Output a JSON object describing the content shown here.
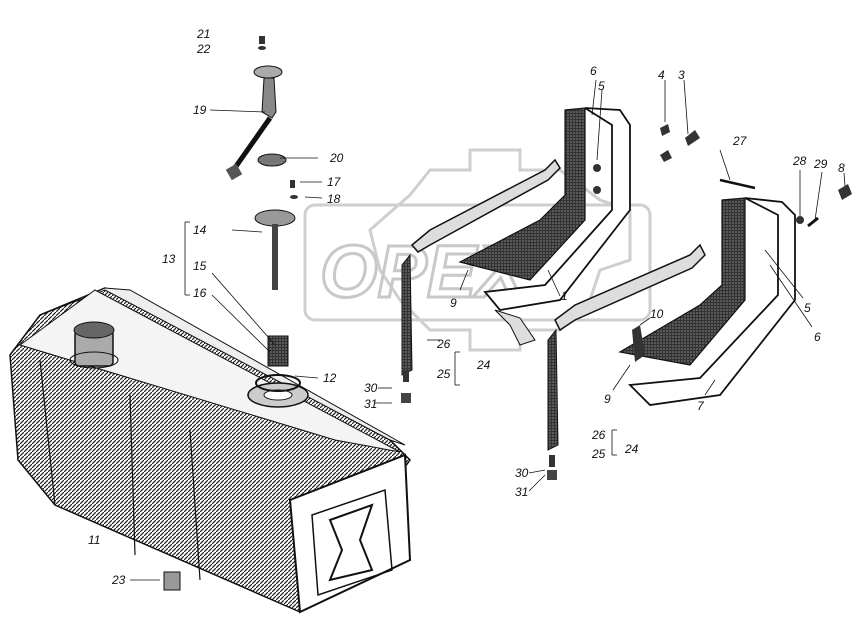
{
  "watermark": "OPEX",
  "labels": {
    "l1": "1",
    "l3": "3",
    "l4": "4",
    "l5a": "5",
    "l5b": "5",
    "l6a": "6",
    "l6b": "6",
    "l7": "7",
    "l8": "8",
    "l9a": "9",
    "l9b": "9",
    "l10": "10",
    "l11": "11",
    "l12": "12",
    "l13": "13",
    "l14": "14",
    "l15": "15",
    "l16": "16",
    "l17": "17",
    "l18": "18",
    "l19": "19",
    "l20": "20",
    "l21": "21",
    "l22": "22",
    "l23": "23",
    "l24a": "24",
    "l24b": "24",
    "l25a": "25",
    "l25b": "25",
    "l26a": "26",
    "l26b": "26",
    "l27": "27",
    "l28": "28",
    "l29": "29",
    "l30a": "30",
    "l30b": "30",
    "l31a": "31",
    "l31b": "31"
  }
}
